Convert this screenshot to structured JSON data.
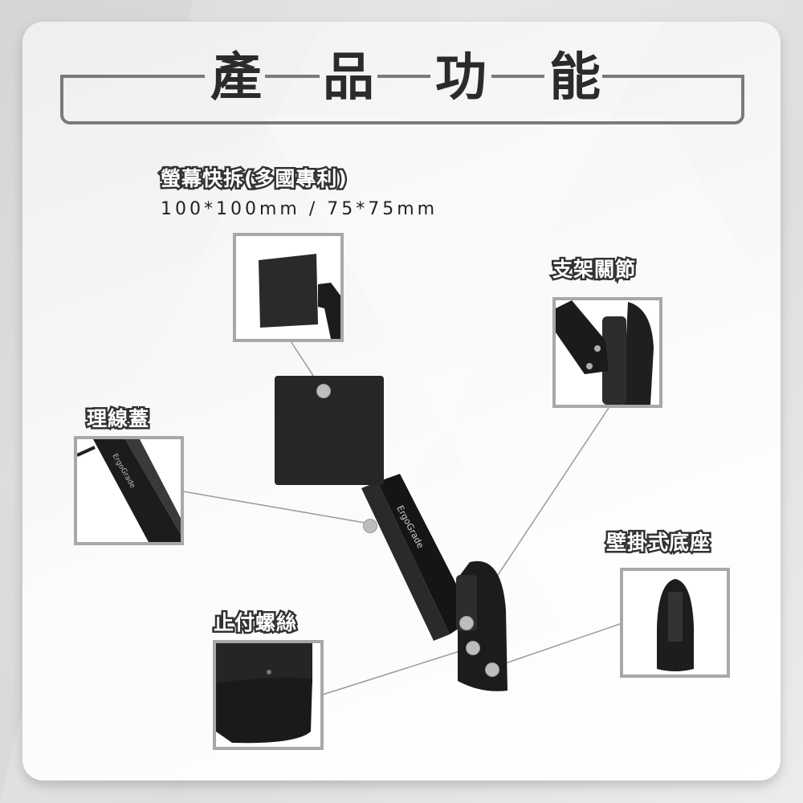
{
  "title": {
    "chars": [
      "產",
      "品",
      "功",
      "能"
    ],
    "text": "產品功能"
  },
  "features": [
    {
      "id": "quick-release",
      "label": "螢幕快拆(多國專利)",
      "spec": "100*100mm / 75*75mm"
    },
    {
      "id": "arm-joint",
      "label": "支架關節"
    },
    {
      "id": "cable-cover",
      "label": "理線蓋"
    },
    {
      "id": "wall-base",
      "label": "壁掛式底座"
    },
    {
      "id": "stop-screw",
      "label": "止付螺絲"
    }
  ],
  "product": {
    "brand": "ErgoGrade"
  },
  "colors": {
    "title_text": "#2b2b2b",
    "frame": "#7a7a7a",
    "photo_border": "#a8a8a8",
    "product_black": "#1c1c1c",
    "callout_dot": "#bdbdbd"
  }
}
